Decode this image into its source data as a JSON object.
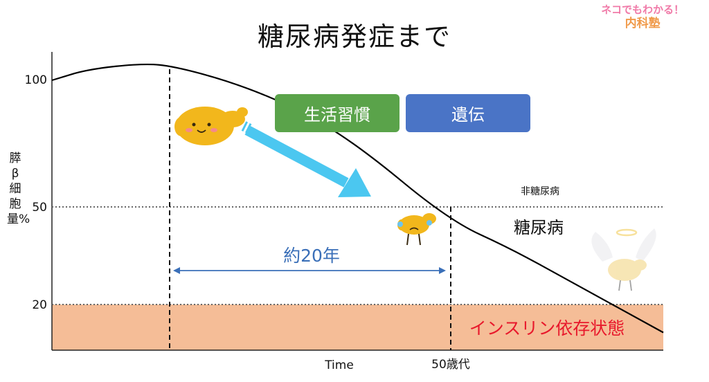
{
  "chart_data": {
    "type": "line",
    "title": "糖尿病発症まで",
    "xlabel": "Time",
    "ylabel": "膵β細胞量%",
    "yticks": [
      "100",
      "50",
      "20"
    ],
    "xticks": [
      "50歳代"
    ],
    "ylim": [
      0,
      110
    ],
    "series": [
      {
        "values": [
          {
            "x": 0,
            "y": 100
          },
          {
            "x": 0.06,
            "y": 104
          },
          {
            "x": 0.15,
            "y": 106
          },
          {
            "x": 0.2,
            "y": 105
          },
          {
            "x": 0.3,
            "y": 99
          },
          {
            "x": 0.4,
            "y": 90
          },
          {
            "x": 0.5,
            "y": 77
          },
          {
            "x": 0.65,
            "y": 50
          },
          {
            "x": 0.75,
            "y": 40
          },
          {
            "x": 0.85,
            "y": 28
          },
          {
            "x": 1.0,
            "y": 10
          }
        ]
      }
    ],
    "reference_lines": [
      {
        "y": 50,
        "label": "非糖尿病",
        "region_below_label": "糖尿病"
      },
      {
        "y": 20,
        "label": "インスリン依存状態"
      }
    ],
    "span_label": "約20年"
  },
  "tags": {
    "lifestyle": "生活習慣",
    "genetics": "遺伝"
  },
  "colors": {
    "lifestyle": "#5aa34a",
    "genetics": "#4a74c6",
    "insulin_zone": "#f5bd97",
    "insulin_text": "#e8192c",
    "span": "#3a6fb8",
    "arrow": "#4bc7f0"
  },
  "logo": {
    "line1": "ネコでもわかる！",
    "line2": "内科塾"
  }
}
